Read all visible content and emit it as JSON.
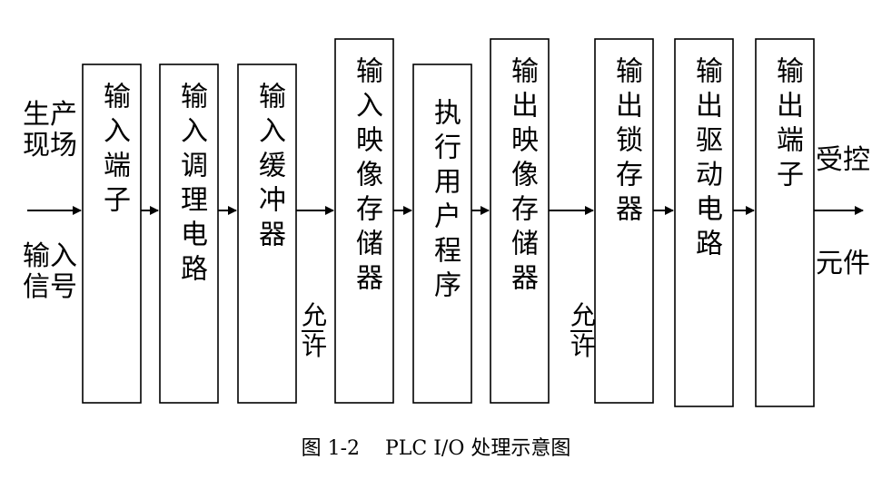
{
  "diagram": {
    "boxes": [
      {
        "id": "input-terminal",
        "label": "输入端子"
      },
      {
        "id": "input-conditioning",
        "label": "输入调理电路"
      },
      {
        "id": "input-buffer",
        "label": "输入缓冲器"
      },
      {
        "id": "input-image",
        "label": "输入映像存储器"
      },
      {
        "id": "user-program",
        "label": "执行用户程序"
      },
      {
        "id": "output-image",
        "label": "输出映像存储器"
      },
      {
        "id": "output-latch",
        "label": "输出锁存器"
      },
      {
        "id": "output-driver",
        "label": "输出驱动电路"
      },
      {
        "id": "output-terminal",
        "label": "输出端子"
      }
    ],
    "left_text": {
      "top": "生产现场",
      "bottom": "输入信号"
    },
    "right_text": {
      "top": "受控",
      "bottom": "元件"
    },
    "permit_label_1": {
      "top": "允",
      "bottom": "许"
    },
    "permit_label_2": {
      "top": "允",
      "bottom": "许"
    },
    "caption": "图 1-2    PLC I/O 处理示意图"
  }
}
